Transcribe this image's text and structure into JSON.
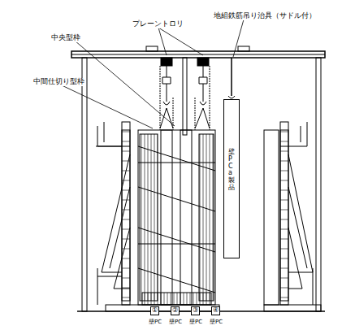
{
  "diagram": {
    "nodes": [
      {
        "text": [
          "壁PCa製品"
        ]
      }
    ],
    "labels": [
      "中間仕切り型枠",
      "中央型枠",
      "プレーントロリ",
      "地組鉄筋吊り治具（サドル付）",
      "①",
      "②",
      "③",
      "④",
      "壁PC",
      "壁PC",
      "壁PC",
      "壁PC"
    ]
  }
}
